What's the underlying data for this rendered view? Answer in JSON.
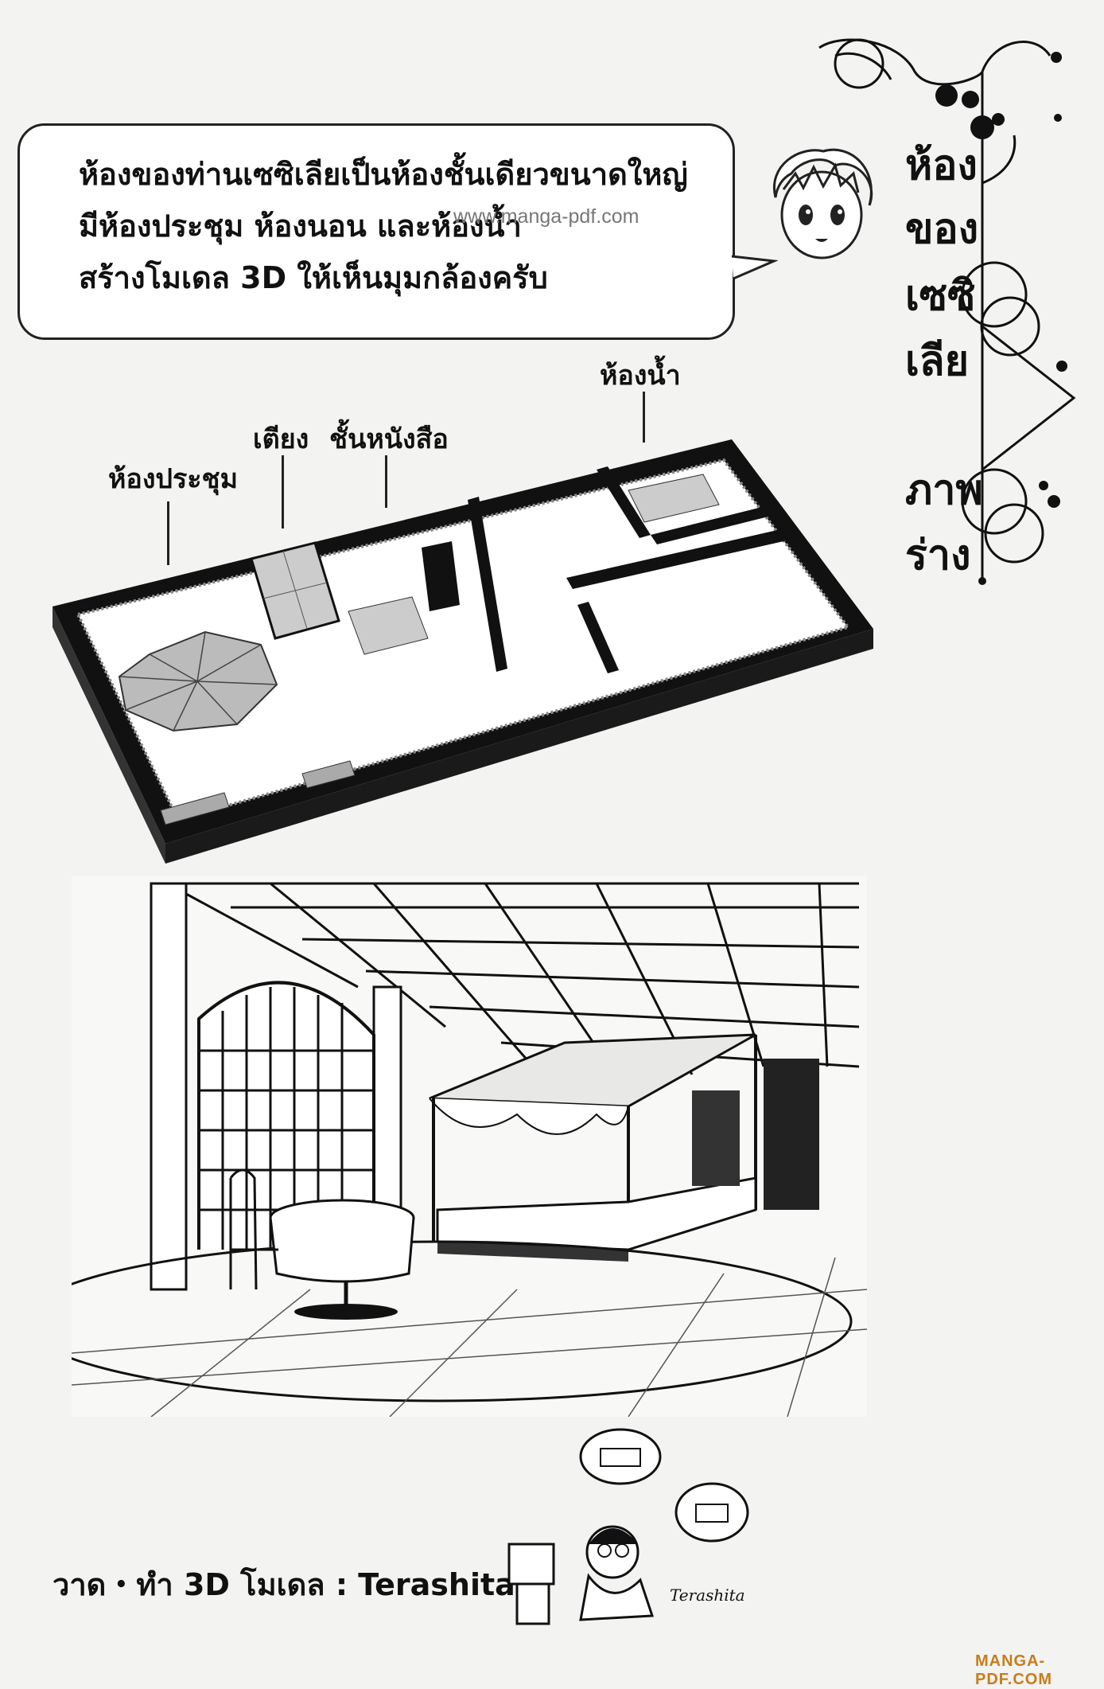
{
  "speech_bubble": {
    "lines": [
      "ห้องของท่านเซซิเลียเป็นห้องชั้นเดียวขนาดใหญ่",
      "มีห้องประชุม ห้องนอน และห้องน้ำ",
      "สร้างโมเดล 3D ให้เห็นมุมกล้องครับ"
    ]
  },
  "watermark": "www.manga-pdf.com",
  "side_title": {
    "lines": [
      "ห้อง",
      "ของ",
      "เซซิ",
      "เลีย",
      "ภาพ",
      "ร่าง"
    ]
  },
  "floorplan_labels": {
    "meeting_room": "ห้องประชุม",
    "bed": "เตียง",
    "bookshelf": "ชั้นหนังสือ",
    "bathroom": "ห้องน้ำ"
  },
  "credit": {
    "text": "วาด・ทำ 3D โมเดล : Terashita",
    "signature": "Terashita"
  },
  "site_watermark": "MANGA-PDF.COM",
  "icons": [
    "boy-face-icon",
    "ornament-icon",
    "artist-at-computer-icon"
  ]
}
